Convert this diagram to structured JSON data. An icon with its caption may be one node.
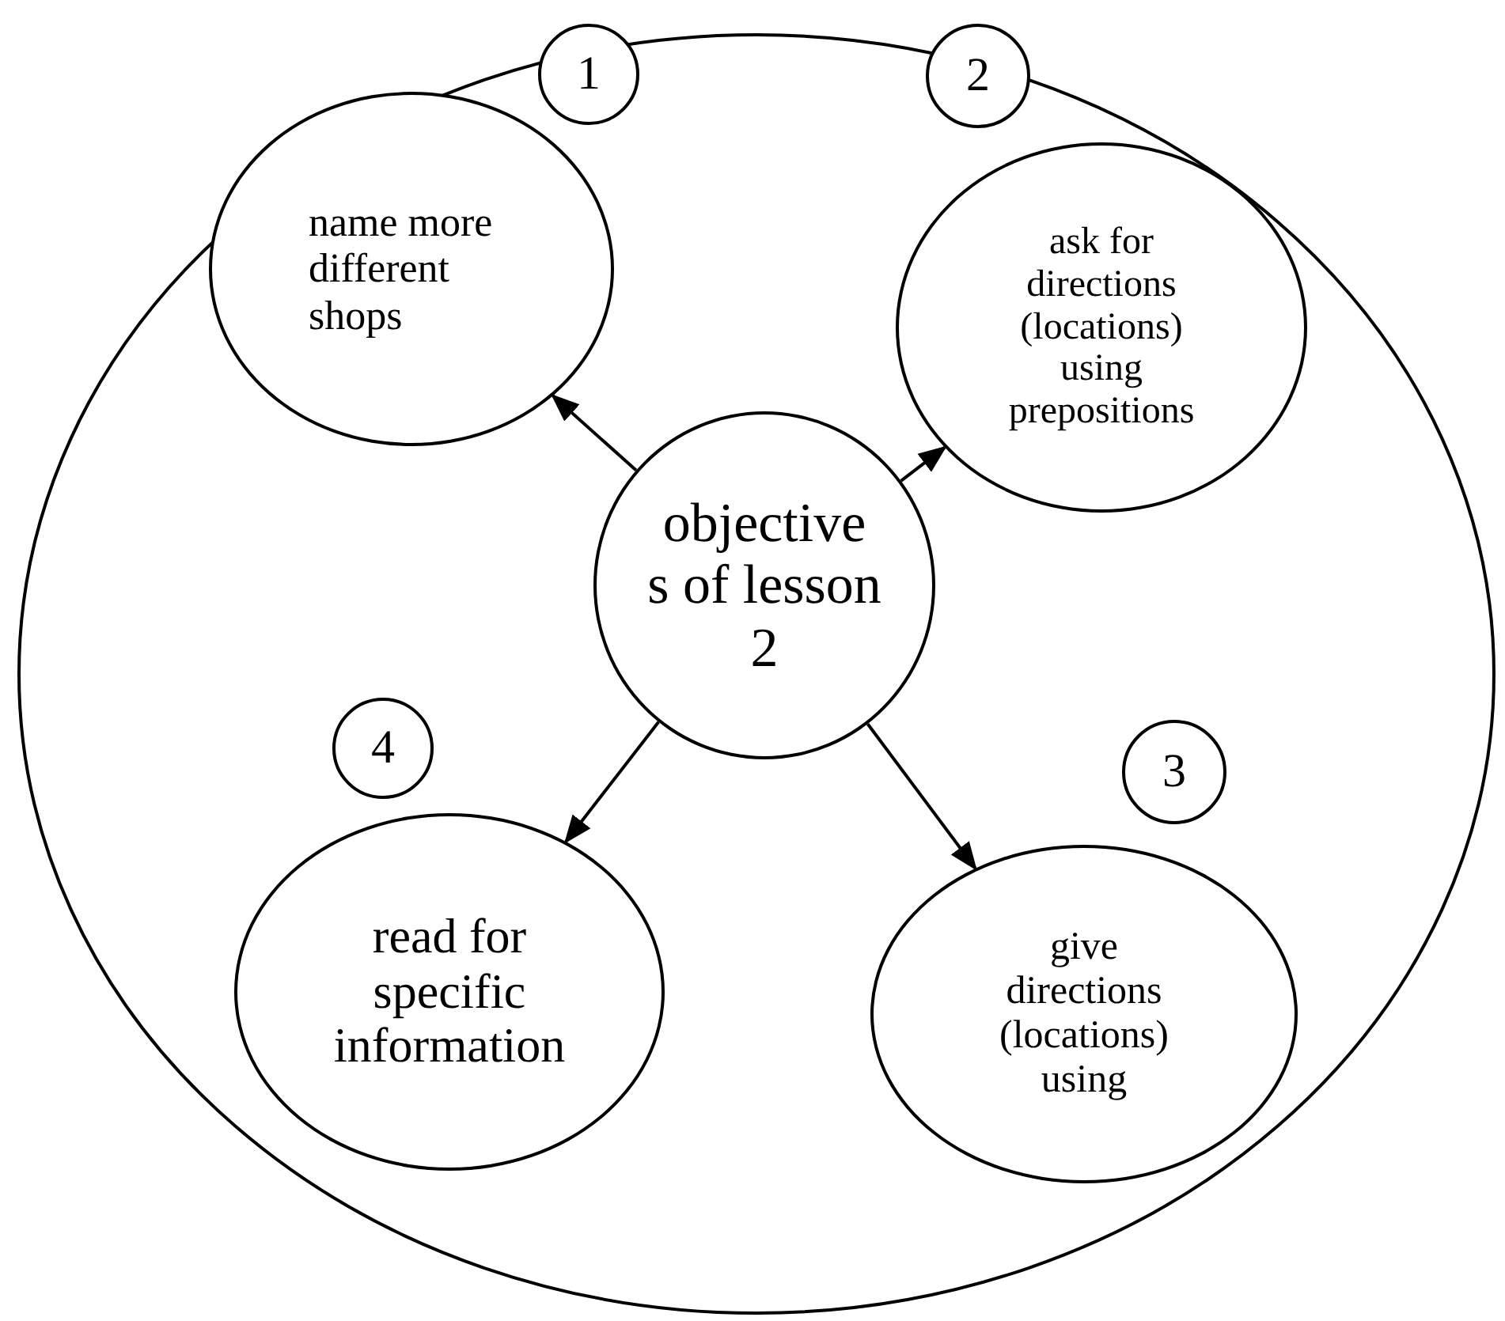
{
  "diagram": {
    "nodes": [
      {
        "text": [
          "1"
        ]
      },
      {
        "text": [
          "name more different shops"
        ]
      },
      {
        "text": [
          "2"
        ]
      },
      {
        "text": [
          "ask for directions (locations) using prepositions"
        ]
      },
      {
        "text": [
          "objective s of lesson 2"
        ]
      },
      {
        "text": [
          "4"
        ]
      },
      {
        "text": [
          "3"
        ]
      },
      {
        "text": [
          "read for specific information"
        ]
      },
      {
        "text": [
          "give directions (locations) using"
        ]
      }
    ],
    "edges": [
      {
        "from": 4,
        "to": 1,
        "arrow": "to"
      },
      {
        "from": 4,
        "to": 3,
        "arrow": "to"
      },
      {
        "from": 4,
        "to": 7,
        "arrow": "to"
      },
      {
        "from": 4,
        "to": 8,
        "arrow": "to"
      }
    ]
  }
}
